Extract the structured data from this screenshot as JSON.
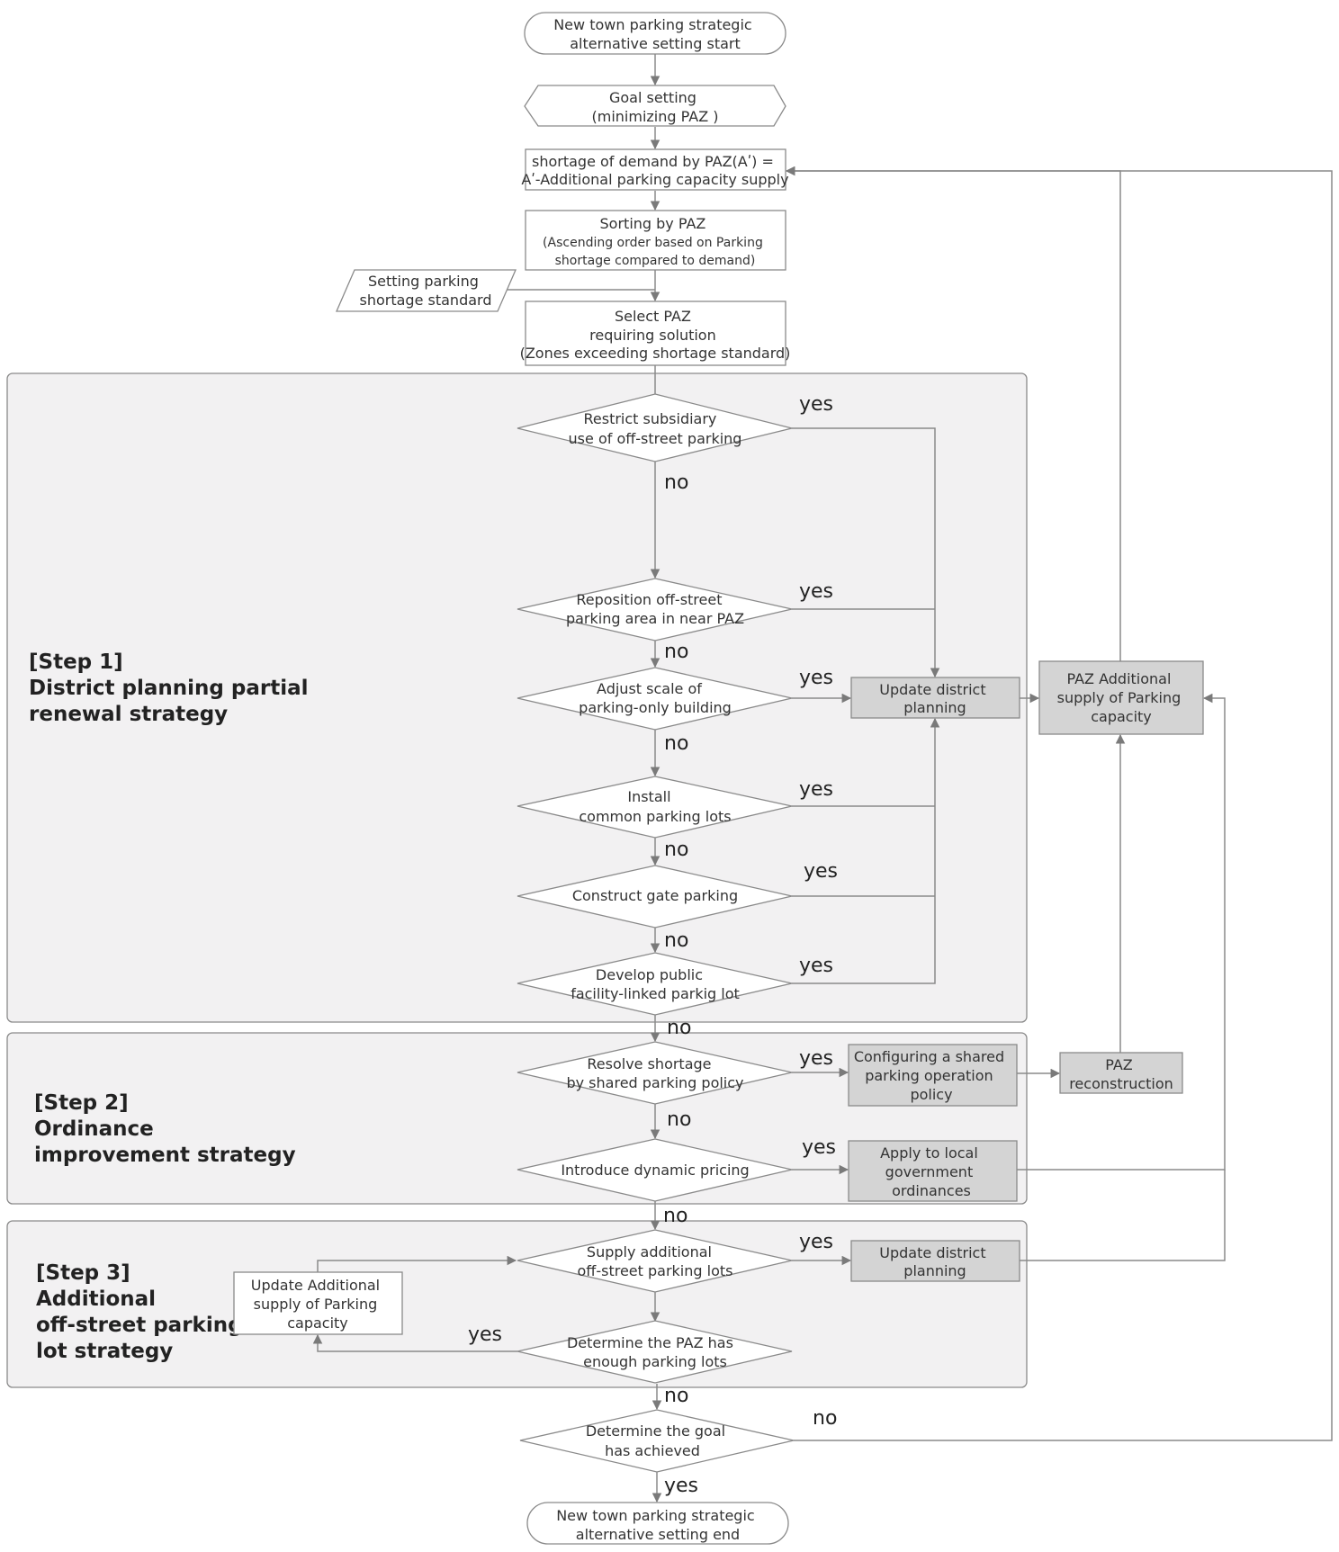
{
  "steps": [
    {
      "id": "step1",
      "lines": [
        "[Step 1]",
        "District planning partial",
        "renewal strategy"
      ]
    },
    {
      "id": "step2",
      "lines": [
        "[Step 2]",
        "Ordinance",
        "improvement strategy"
      ]
    },
    {
      "id": "step3",
      "lines": [
        "[Step 3]",
        "Additional",
        "off-street parking",
        "lot strategy"
      ]
    }
  ],
  "nodes": [
    {
      "id": "start",
      "shape": "terminal",
      "lines": [
        "New town parking strategic",
        "alternative setting start"
      ]
    },
    {
      "id": "goal",
      "shape": "hexagon",
      "lines": [
        "Goal setting",
        "(minimizing PAZ )"
      ]
    },
    {
      "id": "shortage",
      "shape": "rect",
      "lines": [
        "shortage of demand by PAZ(Aʹ) =",
        "Aʹ-Additional parking capacity supply"
      ]
    },
    {
      "id": "sorting",
      "shape": "rect",
      "lines": [
        "Sorting by PAZ",
        "(Ascending order based on Parking",
        "shortage compared to demand)"
      ]
    },
    {
      "id": "standard",
      "shape": "parallelogram",
      "lines": [
        "Setting parking",
        "shortage standard"
      ]
    },
    {
      "id": "select",
      "shape": "rect",
      "lines": [
        "Select PAZ",
        "requiring solution",
        "(Zones exceeding shortage standard)"
      ]
    },
    {
      "id": "d1",
      "shape": "diamond",
      "lines": [
        "Restrict subsidiary",
        "use of off-street parking"
      ]
    },
    {
      "id": "d2",
      "shape": "diamond",
      "lines": [
        "Reposition off-street",
        "parking area in near PAZ"
      ]
    },
    {
      "id": "d3",
      "shape": "diamond",
      "lines": [
        "Adjust scale of",
        "parking-only building"
      ]
    },
    {
      "id": "d4",
      "shape": "diamond",
      "lines": [
        "Install",
        "common parking lots"
      ]
    },
    {
      "id": "d5",
      "shape": "diamond",
      "lines": [
        "Construct gate parking"
      ]
    },
    {
      "id": "d6",
      "shape": "diamond",
      "lines": [
        "Develop public",
        "facility-linked parkig lot"
      ]
    },
    {
      "id": "update1",
      "shape": "rect-gray",
      "lines": [
        "Update district",
        "planning"
      ]
    },
    {
      "id": "paz_add",
      "shape": "rect-gray",
      "lines": [
        "PAZ Additional",
        "supply of Parking",
        "capacity"
      ]
    },
    {
      "id": "d7",
      "shape": "diamond",
      "lines": [
        "Resolve shortage",
        "by shared parking policy"
      ]
    },
    {
      "id": "shared",
      "shape": "rect-gray",
      "lines": [
        "Configuring a shared",
        "parking operation",
        "policy"
      ]
    },
    {
      "id": "recon",
      "shape": "rect-gray",
      "lines": [
        "PAZ",
        "reconstruction"
      ]
    },
    {
      "id": "d8",
      "shape": "diamond",
      "lines": [
        "Introduce dynamic pricing"
      ]
    },
    {
      "id": "apply",
      "shape": "rect-gray",
      "lines": [
        "Apply to local",
        "government",
        "ordinances"
      ]
    },
    {
      "id": "d9",
      "shape": "diamond",
      "lines": [
        "Supply additional",
        "off-street parking lots"
      ]
    },
    {
      "id": "update2",
      "shape": "rect-gray",
      "lines": [
        "Update district",
        "planning"
      ]
    },
    {
      "id": "upd_add",
      "shape": "rect",
      "lines": [
        "Update Additional",
        "supply of Parking",
        "capacity"
      ]
    },
    {
      "id": "d10",
      "shape": "diamond",
      "lines": [
        "Determine the PAZ has",
        "enough parking lots"
      ]
    },
    {
      "id": "d11",
      "shape": "diamond",
      "lines": [
        "Determine the goal",
        "has achieved"
      ]
    },
    {
      "id": "end",
      "shape": "terminal",
      "lines": [
        "New town parking strategic",
        "alternative setting end"
      ]
    }
  ],
  "edge_labels": {
    "yes": "yes",
    "no": "no"
  }
}
